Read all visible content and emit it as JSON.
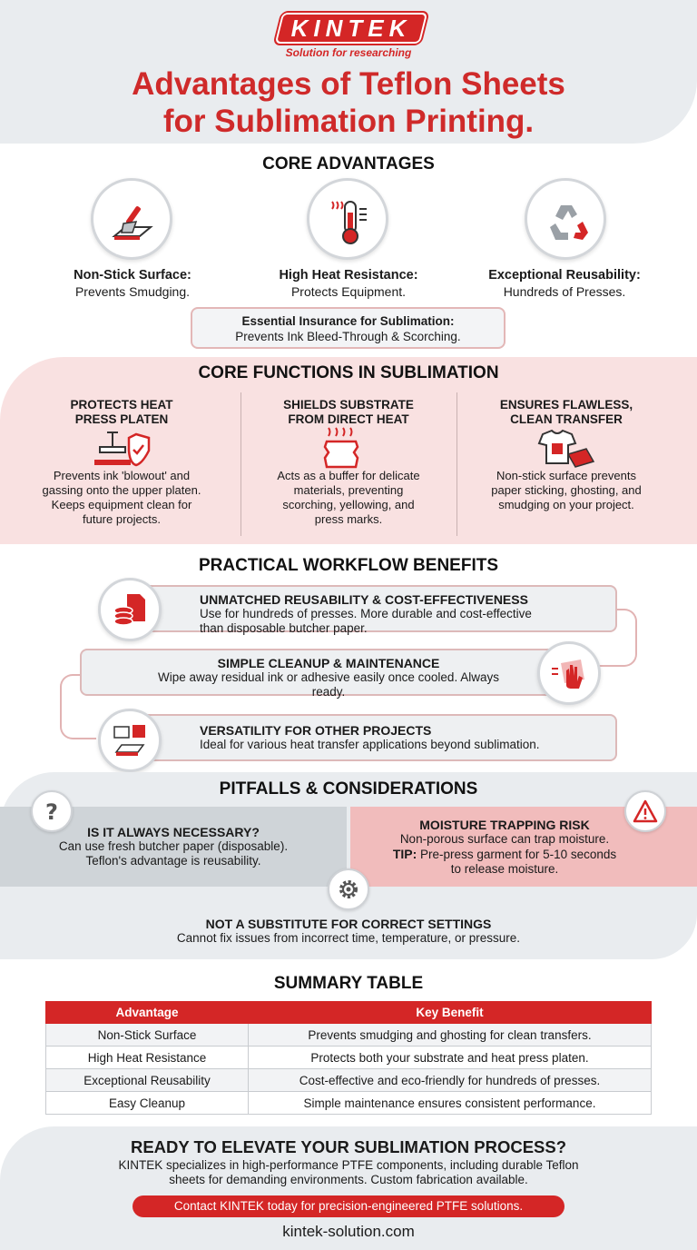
{
  "header": {
    "logo": "KINTEK",
    "tagline": "Solution for researching",
    "title_line1": "Advantages of Teflon Sheets",
    "title_line2": "for Sublimation Printing."
  },
  "core_advantages": {
    "title": "CORE ADVANTAGES",
    "items": [
      {
        "heading": "Non-Stick Surface:",
        "text": "Prevents Smudging.",
        "icon": "spatula-icon"
      },
      {
        "heading": "High Heat Resistance:",
        "text": "Protects Equipment.",
        "icon": "thermometer-icon"
      },
      {
        "heading": "Exceptional Reusability:",
        "text": "Hundreds of Presses.",
        "icon": "recycle-icon"
      }
    ],
    "insurance_heading": "Essential Insurance for Sublimation:",
    "insurance_text": "Prevents Ink Bleed-Through & Scorching."
  },
  "core_functions": {
    "title": "CORE FUNCTIONS IN SUBLIMATION",
    "items": [
      {
        "heading_line1": "PROTECTS HEAT",
        "heading_line2": "PRESS PLATEN",
        "line1": "Prevents ink 'blowout' and",
        "line2": "gassing onto the upper platen.",
        "line3": "Keeps equipment clean for",
        "line4": "future projects.",
        "icon": "heat-press-shield-icon"
      },
      {
        "heading_line1": "SHIELDS SUBSTRATE",
        "heading_line2": "FROM DIRECT HEAT",
        "line1": "Acts as a buffer for delicate",
        "line2": "materials, preventing",
        "line3": "scorching, yellowing, and",
        "line4": "press marks.",
        "icon": "fabric-heat-icon"
      },
      {
        "heading_line1": "ENSURES FLAWLESS,",
        "heading_line2": "CLEAN TRANSFER",
        "line1": "Non-stick surface prevents",
        "line2": "paper sticking, ghosting, and",
        "line3": "smudging on your project.",
        "line4": "",
        "icon": "tshirt-icon"
      }
    ]
  },
  "workflow": {
    "title": "PRACTICAL WORKFLOW BENEFITS",
    "items": [
      {
        "heading": "UNMATCHED REUSABILITY & COST-EFFECTIVENESS",
        "line1": "Use for hundreds of presses. More durable and cost-effective",
        "line2": "than disposable butcher paper.",
        "icon": "coins-document-icon"
      },
      {
        "heading": "SIMPLE CLEANUP & MAINTENANCE",
        "line1": "Wipe away residual ink or adhesive easily once cooled. Always",
        "line2": "ready.",
        "icon": "wiping-hand-icon"
      },
      {
        "heading": "VERSATILITY FOR OTHER PROJECTS",
        "line1": "Ideal for various heat transfer applications beyond sublimation.",
        "line2": "",
        "icon": "htv-press-icon"
      }
    ]
  },
  "pitfalls": {
    "title": "PITFALLS & CONSIDERATIONS",
    "left": {
      "heading": "IS IT ALWAYS NECESSARY?",
      "line1": "Can use fresh butcher paper (disposable).",
      "line2": "Teflon's advantage is reusability."
    },
    "right": {
      "heading": "MOISTURE TRAPPING RISK",
      "line1": "Non-porous surface can trap moisture.",
      "tip_label": "TIP:",
      "tip_text": " Pre-press garment for 5-10 seconds",
      "line3": "to release moisture."
    },
    "bottom": {
      "heading": "NOT A SUBSTITUTE FOR CORRECT SETTINGS",
      "line1": "Cannot fix issues from incorrect time, temperature, or pressure."
    }
  },
  "summary": {
    "title": "SUMMARY TABLE",
    "columns": [
      "Advantage",
      "Key Benefit"
    ],
    "rows": [
      [
        "Non-Stick Surface",
        "Prevents smudging and ghosting for clean transfers."
      ],
      [
        "High Heat Resistance",
        "Protects both your substrate and heat press platen."
      ],
      [
        "Exceptional Reusability",
        "Cost-effective and eco-friendly for hundreds of presses."
      ],
      [
        "Easy Cleanup",
        "Simple maintenance ensures consistent performance."
      ]
    ]
  },
  "cta": {
    "title": "READY TO ELEVATE YOUR SUBLIMATION PROCESS?",
    "line1": "KINTEK specializes in high-performance PTFE components, including durable Teflon",
    "line2": "sheets for demanding environments. Custom fabrication available.",
    "button": "Contact KINTEK today for precision-engineered PTFE solutions.",
    "website": "kintek-solution.com"
  },
  "colors": {
    "accent": "#d42626",
    "light_pink": "#f9e1e1",
    "light_gray": "#e9ecef"
  }
}
